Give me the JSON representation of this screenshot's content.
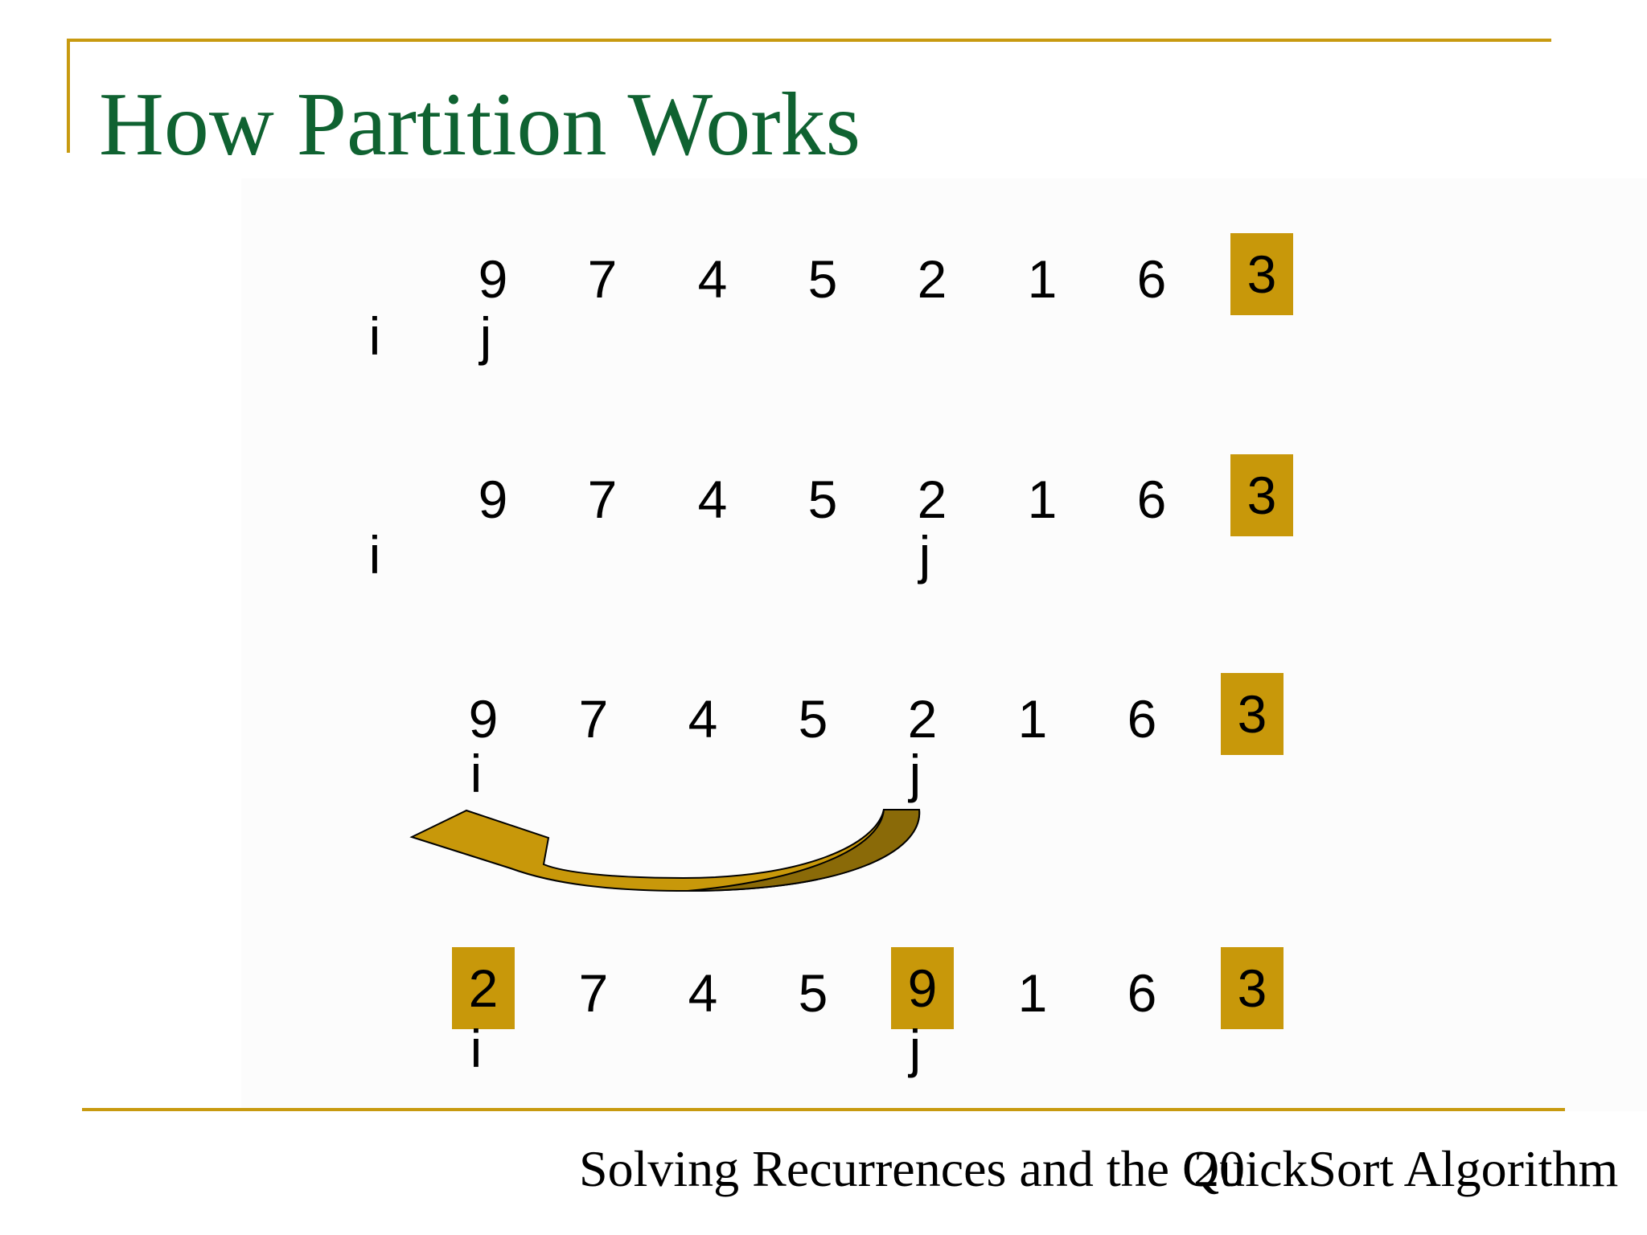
{
  "title": "How Partition Works",
  "rows": [
    {
      "cells": [
        {
          "value": "9",
          "highlight": false
        },
        {
          "value": "7",
          "highlight": false
        },
        {
          "value": "4",
          "highlight": false
        },
        {
          "value": "5",
          "highlight": false
        },
        {
          "value": "2",
          "highlight": false
        },
        {
          "value": "1",
          "highlight": false
        },
        {
          "value": "6",
          "highlight": false
        },
        {
          "value": "3",
          "highlight": true
        }
      ],
      "pointers": {
        "i": "i",
        "j": "j"
      }
    },
    {
      "cells": [
        {
          "value": "9",
          "highlight": false
        },
        {
          "value": "7",
          "highlight": false
        },
        {
          "value": "4",
          "highlight": false
        },
        {
          "value": "5",
          "highlight": false
        },
        {
          "value": "2",
          "highlight": false
        },
        {
          "value": "1",
          "highlight": false
        },
        {
          "value": "6",
          "highlight": false
        },
        {
          "value": "3",
          "highlight": true
        }
      ],
      "pointers": {
        "i": "i",
        "j": "j"
      }
    },
    {
      "cells": [
        {
          "value": "9",
          "highlight": false
        },
        {
          "value": "7",
          "highlight": false
        },
        {
          "value": "4",
          "highlight": false
        },
        {
          "value": "5",
          "highlight": false
        },
        {
          "value": "2",
          "highlight": false
        },
        {
          "value": "1",
          "highlight": false
        },
        {
          "value": "6",
          "highlight": false
        },
        {
          "value": "3",
          "highlight": true
        }
      ],
      "pointers": {
        "i": "i",
        "j": "j"
      }
    },
    {
      "cells": [
        {
          "value": "2",
          "highlight": true
        },
        {
          "value": "7",
          "highlight": false
        },
        {
          "value": "4",
          "highlight": false
        },
        {
          "value": "5",
          "highlight": false
        },
        {
          "value": "9",
          "highlight": true
        },
        {
          "value": "1",
          "highlight": false
        },
        {
          "value": "6",
          "highlight": false
        },
        {
          "value": "3",
          "highlight": true
        }
      ],
      "pointers": {
        "i": "i",
        "j": "j"
      }
    }
  ],
  "footer": {
    "text": "Solving Recurrences and the QuickSort Algorithm",
    "slide_number": "20"
  },
  "colors": {
    "title": "#0f6231",
    "accent": "#c8980a",
    "arrow_fill": "#c8980a",
    "arrow_shade": "#8a6a08"
  }
}
